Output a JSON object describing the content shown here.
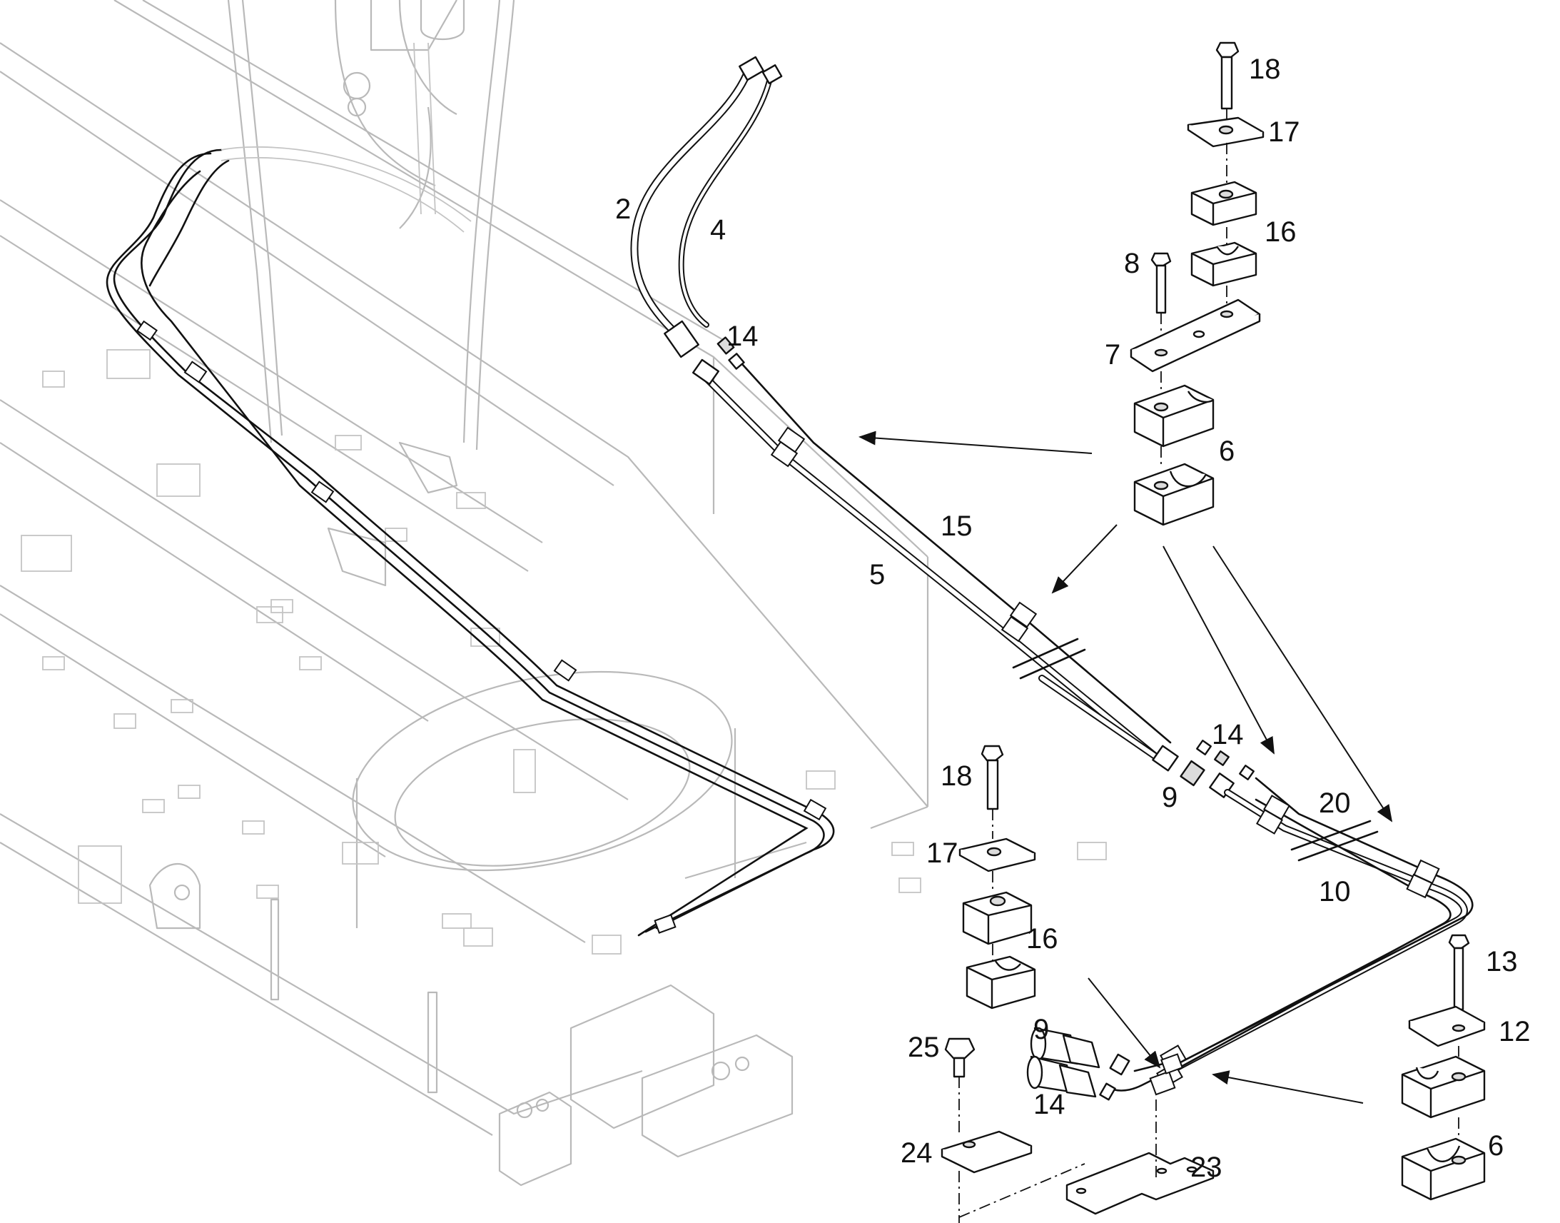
{
  "callouts": [
    {
      "id": "c-18-top",
      "text": "18"
    },
    {
      "id": "c-17-top",
      "text": "17"
    },
    {
      "id": "c-16-top",
      "text": "16"
    },
    {
      "id": "c-8",
      "text": "8"
    },
    {
      "id": "c-7",
      "text": "7"
    },
    {
      "id": "c-6-top",
      "text": "6"
    },
    {
      "id": "c-2",
      "text": "2"
    },
    {
      "id": "c-4",
      "text": "4"
    },
    {
      "id": "c-14-top",
      "text": "14"
    },
    {
      "id": "c-15",
      "text": "15"
    },
    {
      "id": "c-5",
      "text": "5"
    },
    {
      "id": "c-14-mid",
      "text": "14"
    },
    {
      "id": "c-9-mid",
      "text": "9"
    },
    {
      "id": "c-20",
      "text": "20"
    },
    {
      "id": "c-10",
      "text": "10"
    },
    {
      "id": "c-18-bot",
      "text": "18"
    },
    {
      "id": "c-17-bot",
      "text": "17"
    },
    {
      "id": "c-16-bot",
      "text": "16"
    },
    {
      "id": "c-13",
      "text": "13"
    },
    {
      "id": "c-12",
      "text": "12"
    },
    {
      "id": "c-9-bot",
      "text": "9"
    },
    {
      "id": "c-14-bot",
      "text": "14"
    },
    {
      "id": "c-25",
      "text": "25"
    },
    {
      "id": "c-24",
      "text": "24"
    },
    {
      "id": "c-23",
      "text": "23"
    },
    {
      "id": "c-6-bot",
      "text": "6"
    }
  ]
}
